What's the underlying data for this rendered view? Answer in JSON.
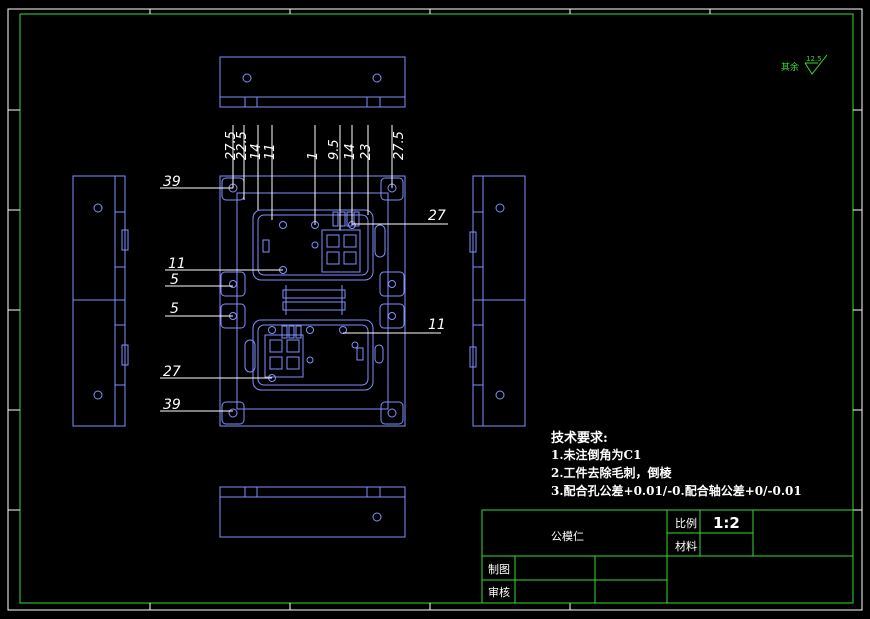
{
  "surface": {
    "symbol_text": "其余",
    "roughness_value": "12.5",
    "accent_color": "#33dd33"
  },
  "dimensions": {
    "top_row": [
      "27.5",
      "22.5",
      "14",
      "11",
      "1",
      "9.5",
      "14",
      "23",
      "27.5"
    ],
    "left_side": [
      "39",
      "11",
      "5",
      "5",
      "27",
      "39"
    ],
    "right_side": [
      "27",
      "11"
    ]
  },
  "notes": {
    "title": "技术要求:",
    "items": [
      "1.未注倒角为C1",
      "2.工件去除毛刺，倒棱",
      "3.配合孔公差+0.01/-0.配合轴公差+0/-0.01"
    ]
  },
  "title_block": {
    "part_name": "公模仁",
    "scale_label": "比例",
    "scale_value": "1:2",
    "material_label": "材料",
    "drawn_label": "制图",
    "checked_label": "审核"
  },
  "colors": {
    "part": "#8090ff",
    "border": "#ffffff",
    "title_block": "#33dd33",
    "leader": "#ffffff"
  }
}
